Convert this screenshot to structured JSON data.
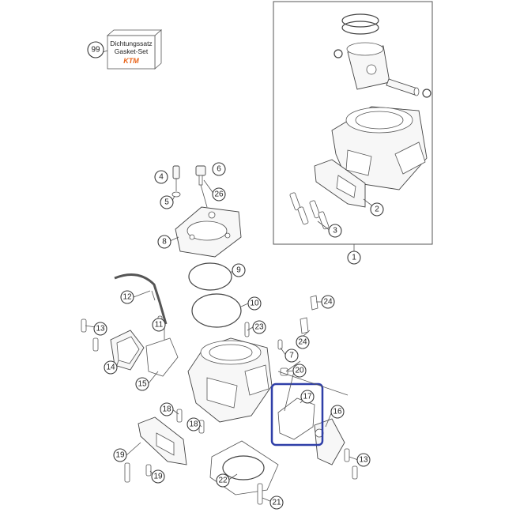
{
  "gasket_set_box": {
    "line1": "Dichtungssatz",
    "line2": "Gasket-Set",
    "brand": "KTM"
  },
  "callouts": [
    "99",
    "1",
    "2",
    "3",
    "4",
    "5",
    "6",
    "26",
    "8",
    "9",
    "10",
    "12",
    "11",
    "13",
    "14",
    "15",
    "23",
    "7",
    "24",
    "20",
    "17",
    "16",
    "18",
    "19",
    "22",
    "21"
  ],
  "colors": {
    "highlight": "#2f3fa8",
    "brand": "#e8641a",
    "line": "#444444"
  }
}
